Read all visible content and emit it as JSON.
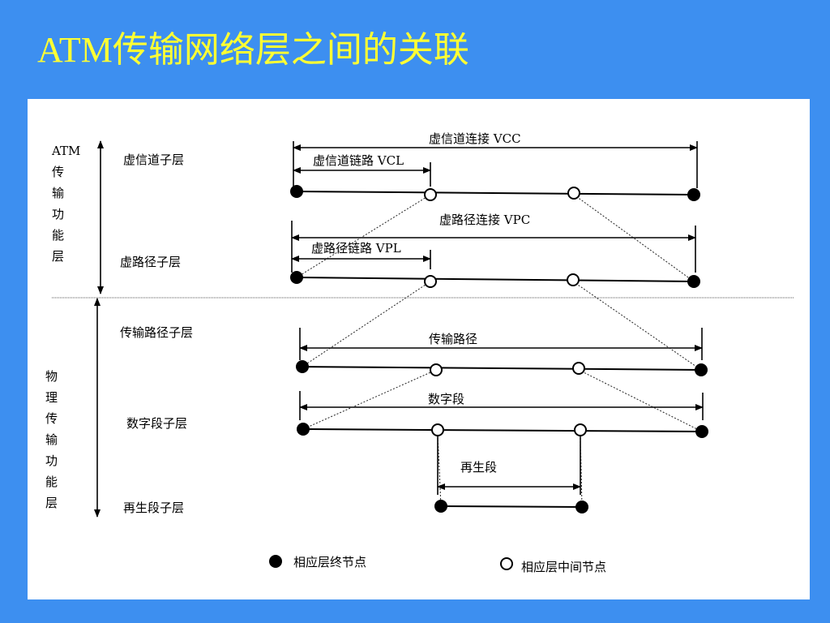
{
  "title": "ATM传输网络层之间的关联",
  "diagram": {
    "group_atm": "ATM\n传\n输\n功\n能\n层",
    "group_phy": "物\n理\n传\n输\n功\n能\n层",
    "layers": {
      "vc": "虚信道子层",
      "vp": "虚路径子层",
      "tp": "传输路径子层",
      "ds": "数字段子层",
      "rs": "再生段子层"
    },
    "spans": {
      "vcc": "虚信道连接 VCC",
      "vcl": "虚信道链路 VCL",
      "vpc": "虚路径连接 VPC",
      "vpl": "虚路径链路 VPL",
      "tp": "传输路径",
      "ds": "数字段",
      "rs": "再生段"
    },
    "legend": {
      "terminal": "相应层终节点",
      "intermediate": "相应层中间节点"
    }
  }
}
